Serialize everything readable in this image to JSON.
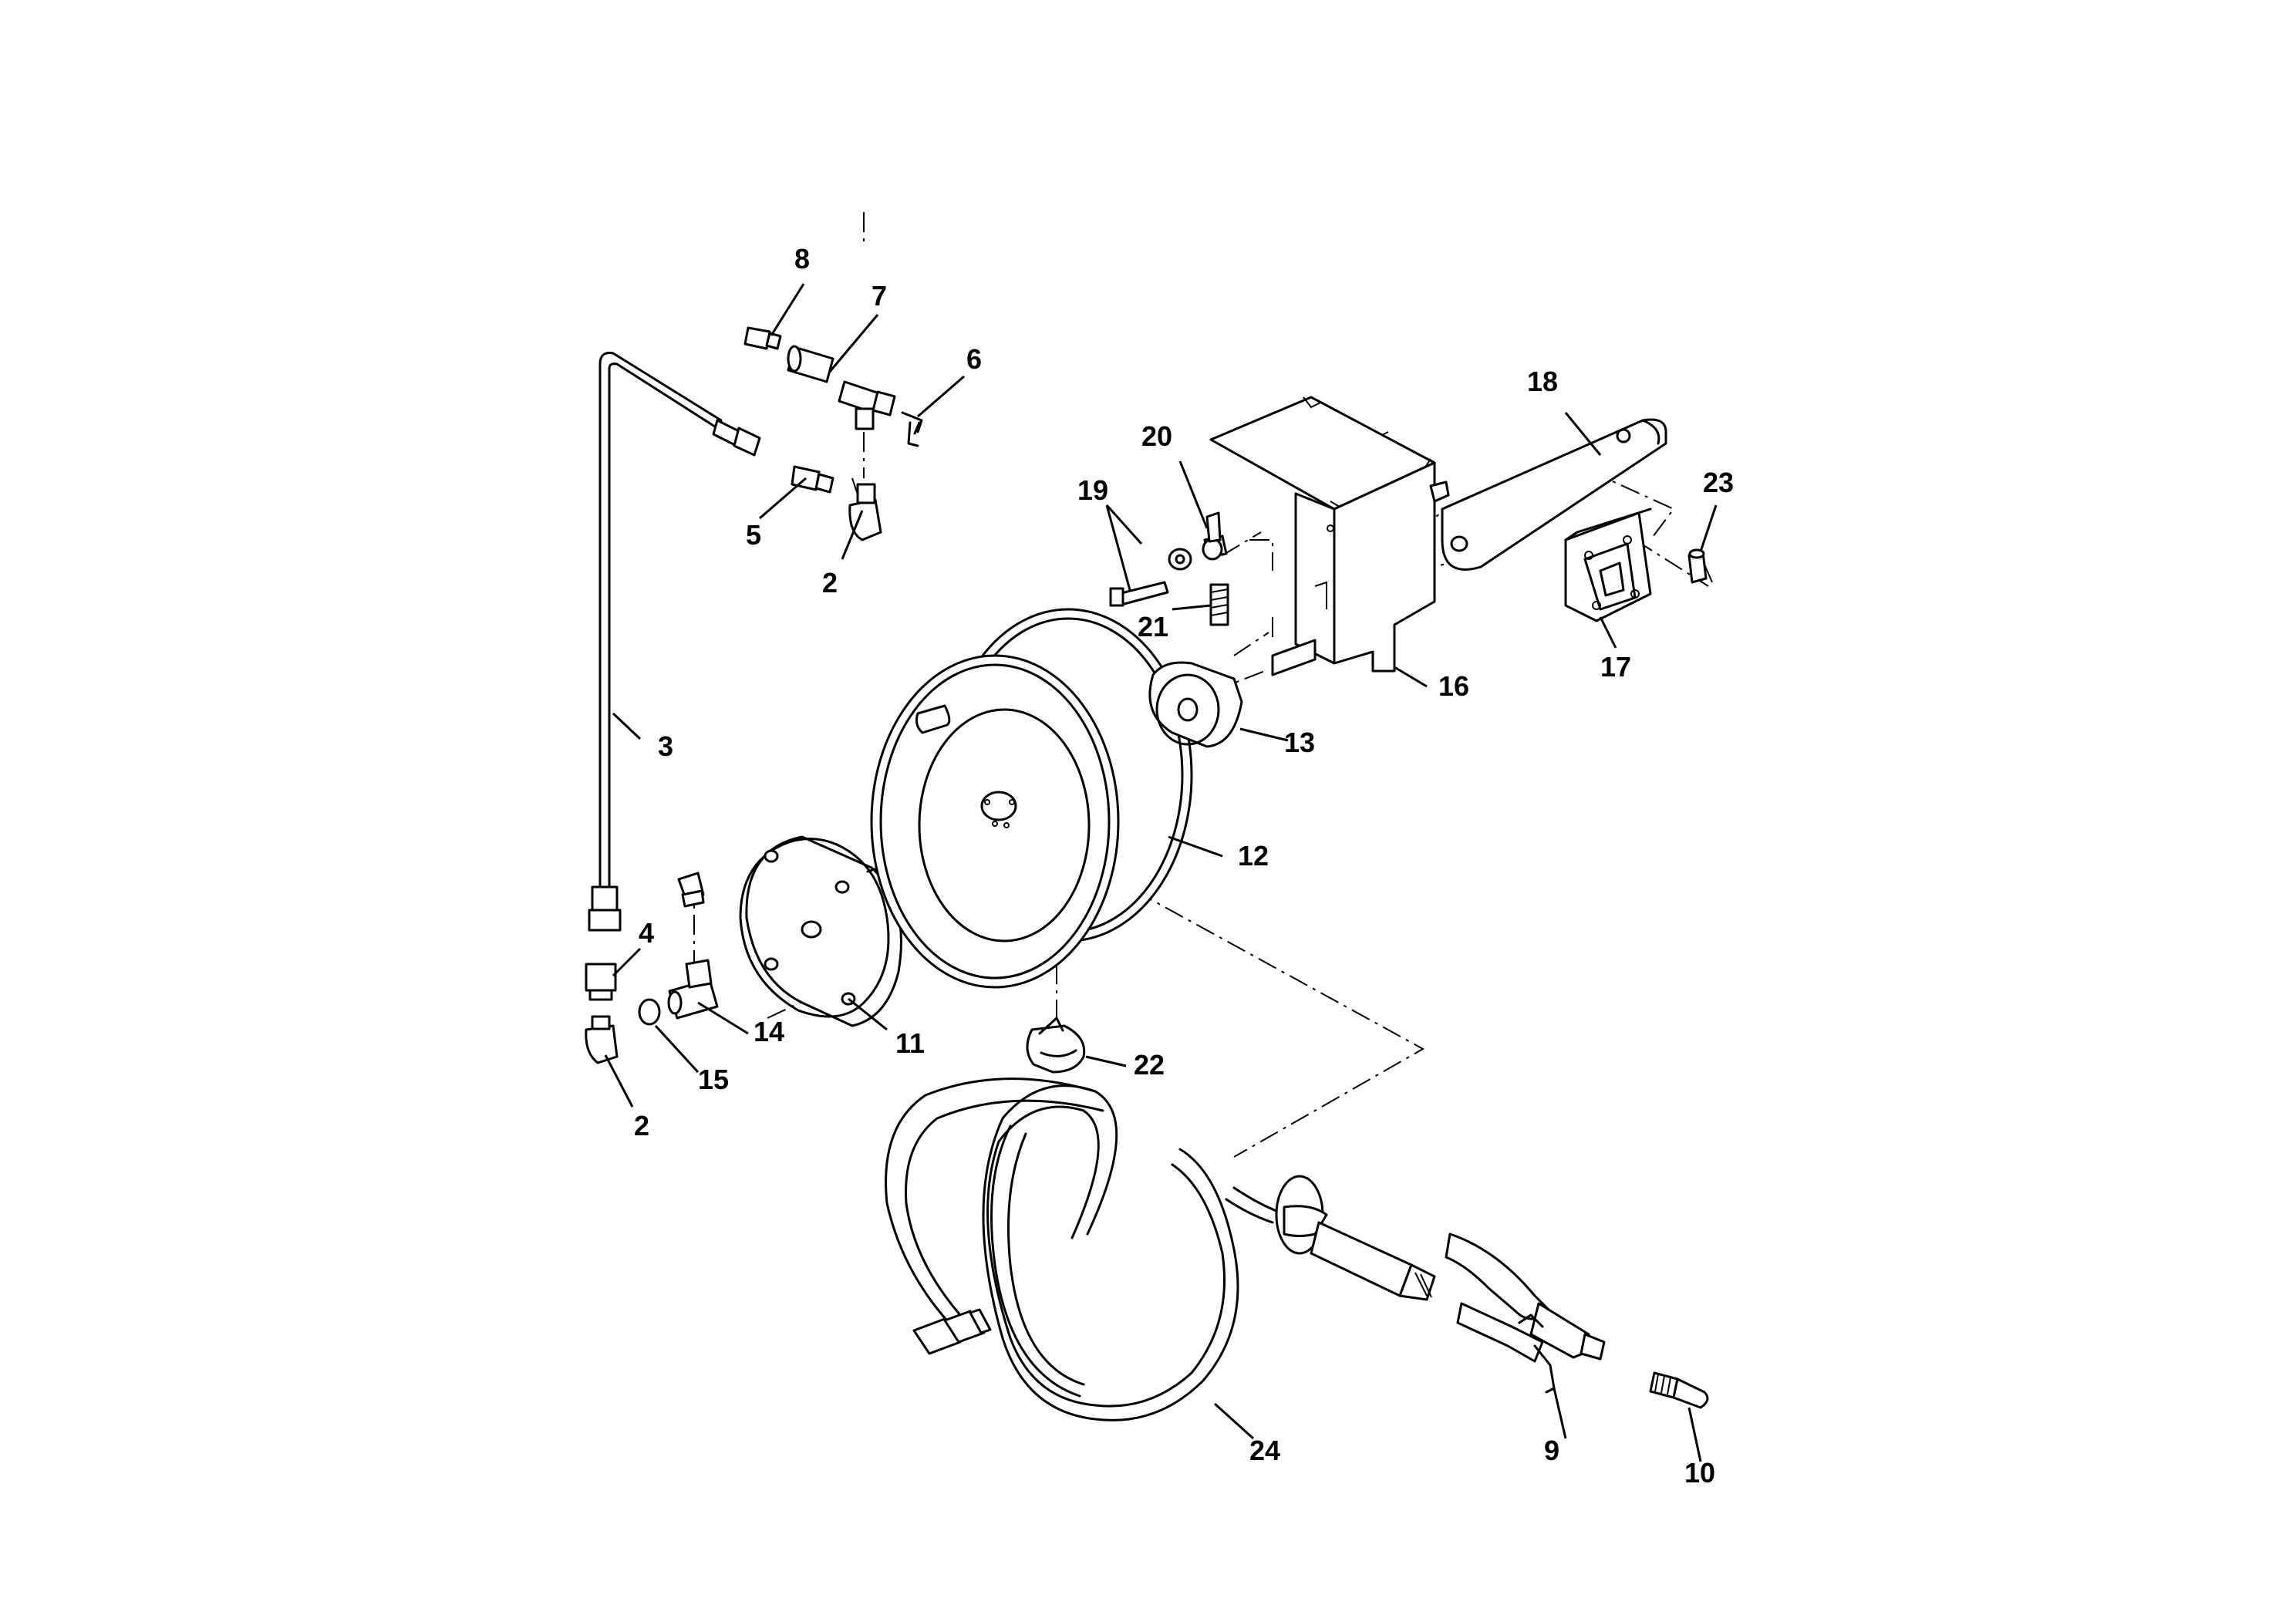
{
  "callouts": {
    "c2a": "2",
    "c2b": "2",
    "c3": "3",
    "c4": "4",
    "c5": "5",
    "c6": "6",
    "c7": "7",
    "c8": "8",
    "c9": "9",
    "c10": "10",
    "c11": "11",
    "c12": "12",
    "c13": "13",
    "c14": "14",
    "c15": "15",
    "c16": "16",
    "c17": "17",
    "c18": "18",
    "c19": "19",
    "c20": "20",
    "c21": "21",
    "c22": "22",
    "c23": "23",
    "c24": "24"
  }
}
